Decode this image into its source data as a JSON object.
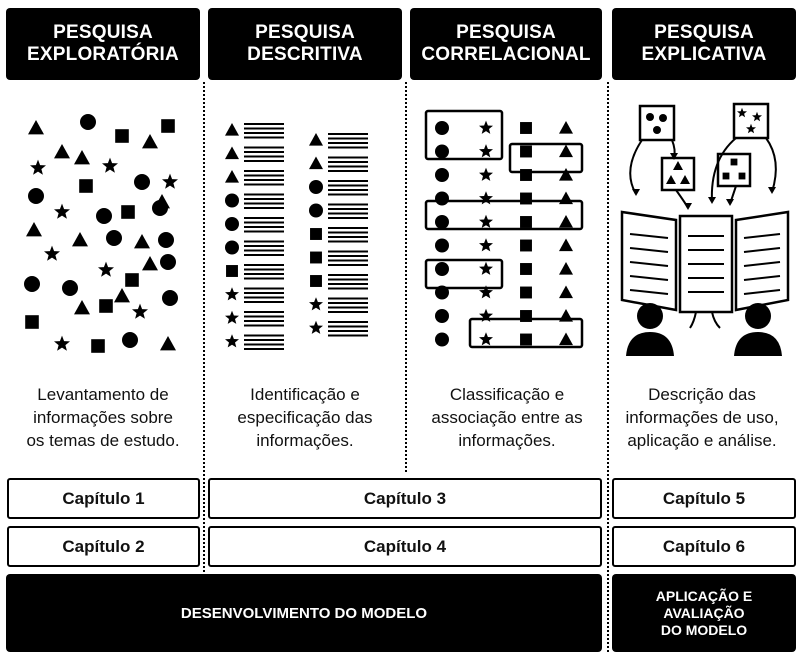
{
  "columns": [
    {
      "id": "exploratoria",
      "title_line1": "PESQUISA",
      "title_line2": "EXPLORATÓRIA",
      "desc": [
        "Levantamento de",
        "informações sobre",
        "os temas de estudo."
      ]
    },
    {
      "id": "descritiva",
      "title_line1": "PESQUISA",
      "title_line2": "DESCRITIVA",
      "desc": [
        "Identificação e",
        "especificação das",
        "informações."
      ]
    },
    {
      "id": "correlacional",
      "title_line1": "PESQUISA",
      "title_line2": "CORRELACIONAL",
      "desc": [
        "Classificação e",
        "associação entre as",
        "informações."
      ]
    },
    {
      "id": "explicativa",
      "title_line1": "PESQUISA",
      "title_line2": "EXPLICATIVA",
      "desc": [
        "Descrição das",
        "informações de uso,",
        "aplicação e análise."
      ]
    }
  ],
  "chapters": {
    "row1": [
      "Capítulo 1",
      "Capítulo 3",
      "Capítulo 5"
    ],
    "row2": [
      "Capítulo 2",
      "Capítulo 4",
      "Capítulo 6"
    ]
  },
  "footer": {
    "left": "DESENVOLVIMENTO DO MODELO",
    "right": [
      "APLICAÇÃO E",
      "AVALIAÇÃO",
      "DO MODELO"
    ]
  }
}
